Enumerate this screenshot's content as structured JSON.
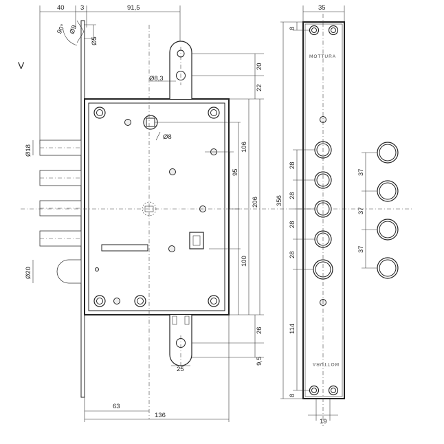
{
  "dimensions": {
    "top_40": "40",
    "top_3": "3",
    "top_915": "91,5",
    "top_35": "35",
    "angle_90": "90°",
    "dia_9": "Ø9",
    "dia_5": "Ø5",
    "dia_83": "Ø8,3",
    "dia_8": "Ø8",
    "dia_18": "Ø18",
    "dia_20": "Ø20",
    "v20": "20",
    "v22": "22",
    "v106": "106",
    "v95": "95",
    "v206": "206",
    "v356": "356",
    "v100": "100",
    "v26": "26",
    "v95b": "9,5",
    "h25": "25",
    "h63": "63",
    "h136": "136",
    "v8_top": "8",
    "v8_bottom": "8",
    "v28_1": "28",
    "v28_2": "28",
    "v28_3": "28",
    "v28_4": "28",
    "v114": "114",
    "h19": "19",
    "v37_1": "37",
    "v37_2": "37",
    "v37_3": "37"
  },
  "view_label": "V",
  "brand_top": "MOTTURA",
  "brand_bottom": "MOTTURA"
}
